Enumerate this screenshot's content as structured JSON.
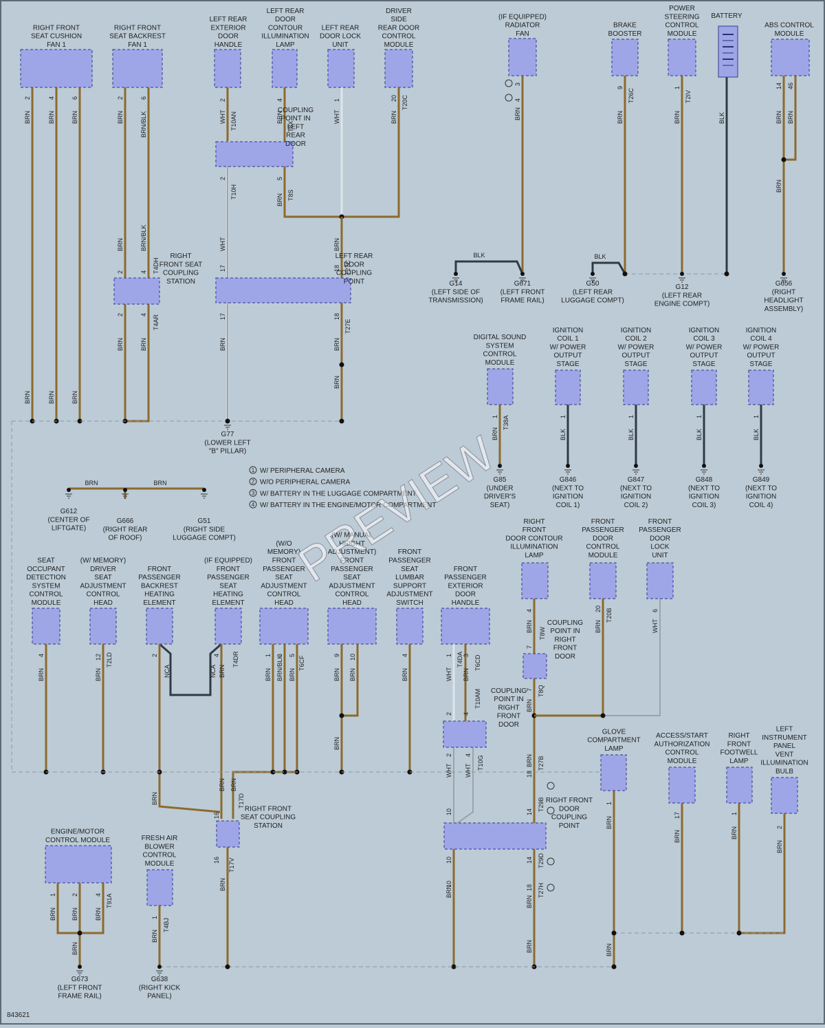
{
  "diagram_id": "843621",
  "watermark": "PREVIEW",
  "notes": [
    {
      "n": "1",
      "text": "W/ PERIPHERAL CAMERA"
    },
    {
      "n": "2",
      "text": "W/O PERIPHERAL CAMERA"
    },
    {
      "n": "3",
      "text": "W/ BATTERY IN THE LUGGAGE COMPARTMENT"
    },
    {
      "n": "4",
      "text": "W/ BATTERY IN THE ENGINE/MOTOR COMPARTMENT"
    }
  ],
  "components": {
    "rf_cushion_fan": [
      "RIGHT FRONT",
      "SEAT CUSHION",
      "FAN 1"
    ],
    "rf_backrest_fan": [
      "RIGHT FRONT",
      "SEAT BACKREST",
      "FAN 1"
    ],
    "lr_ext_handle": [
      "LEFT REAR",
      "EXTERIOR",
      "DOOR",
      "HANDLE"
    ],
    "lr_contour_lamp": [
      "LEFT REAR",
      "DOOR",
      "CONTOUR",
      "ILLUMINATION",
      "LAMP"
    ],
    "lr_lock_unit": [
      "LEFT REAR",
      "DOOR LOCK",
      "UNIT"
    ],
    "ds_rear_door_module": [
      "DRIVER",
      "SIDE",
      "REAR DOOR",
      "CONTROL",
      "MODULE"
    ],
    "radiator_fan": [
      "(IF EQUIPPED)",
      "RADIATOR",
      "FAN"
    ],
    "brake_booster": [
      "BRAKE",
      "BOOSTER"
    ],
    "ps_module": [
      "POWER",
      "STEERING",
      "CONTROL",
      "MODULE"
    ],
    "battery": [
      "BATTERY"
    ],
    "abs_module": [
      "ABS CONTROL",
      "MODULE"
    ],
    "cp_left_rear_door": [
      "COUPLING",
      "POINT IN",
      "LEFT",
      "REAR",
      "DOOR"
    ],
    "rf_seat_coupling_station_top": [
      "RIGHT",
      "FRONT SEAT",
      "COUPLING",
      "STATION"
    ],
    "lr_door_coupling": [
      "LEFT REAR",
      "DOOR",
      "COUPLING",
      "POINT"
    ],
    "digital_sound": [
      "DIGITAL SOUND",
      "SYSTEM",
      "CONTROL",
      "MODULE"
    ],
    "coil1": [
      "IGNITION",
      "COIL 1",
      "W/ POWER",
      "OUTPUT",
      "STAGE"
    ],
    "coil2": [
      "IGNITION",
      "COIL 2",
      "W/ POWER",
      "OUTPUT",
      "STAGE"
    ],
    "coil3": [
      "IGNITION",
      "COIL 3",
      "W/ POWER",
      "OUTPUT",
      "STAGE"
    ],
    "coil4": [
      "IGNITION",
      "COIL 4",
      "W/ POWER",
      "OUTPUT",
      "STAGE"
    ],
    "rf_door_contour_lamp": [
      "RIGHT",
      "FRONT",
      "DOOR CONTOUR",
      "ILLUMINATION",
      "LAMP"
    ],
    "fp_door_module": [
      "FRONT",
      "PASSENGER",
      "DOOR",
      "CONTROL",
      "MODULE"
    ],
    "fp_door_lock": [
      "FRONT",
      "PASSENGER",
      "DOOR",
      "LOCK",
      "UNIT"
    ],
    "seat_occupant": [
      "SEAT",
      "OCCUPANT",
      "DETECTION",
      "SYSTEM",
      "CONTROL",
      "MODULE"
    ],
    "driver_seat_adj": [
      "(W/ MEMORY)",
      "DRIVER",
      "SEAT",
      "ADJUSTMENT",
      "CONTROL",
      "HEAD"
    ],
    "fp_backrest_heat": [
      "FRONT",
      "PASSENGER",
      "BACKREST",
      "HEATING",
      "ELEMENT"
    ],
    "fp_seat_heat": [
      "(IF EQUIPPED)",
      "FRONT",
      "PASSENGER",
      "SEAT",
      "HEATING",
      "ELEMENT"
    ],
    "fp_seat_adj_womem": [
      "(W/O",
      "MEMORY)",
      "FRONT",
      "PASSENGER",
      "SEAT",
      "ADJUSTMENT",
      "CONTROL",
      "HEAD"
    ],
    "fp_seat_adj_manual": [
      "(W/ MANUAL",
      "HEIGHT",
      "ADJUSTMENT)",
      "FRONT",
      "PASSENGER",
      "SEAT",
      "ADJUSTMENT",
      "CONTROL",
      "HEAD"
    ],
    "fp_lumbar_switch": [
      "FRONT",
      "PASSENGER",
      "SEAT",
      "LUMBAR",
      "SUPPORT",
      "ADJUSTMENT",
      "SWITCH"
    ],
    "fp_ext_handle": [
      "FRONT",
      "PASSENGER",
      "EXTERIOR",
      "DOOR",
      "HANDLE"
    ],
    "cp_right_front_door_a": [
      "COUPLING",
      "POINT IN",
      "RIGHT",
      "FRONT",
      "DOOR"
    ],
    "cp_right_front_door_b": [
      "COUPLING",
      "POINT IN",
      "RIGHT",
      "FRONT",
      "DOOR"
    ],
    "glove_lamp": [
      "GLOVE",
      "COMPARTMENT",
      "LAMP"
    ],
    "access_start": [
      "ACCESS/START",
      "AUTHORIZATION",
      "CONTROL",
      "MODULE"
    ],
    "rf_footwell_lamp": [
      "RIGHT",
      "FRONT",
      "FOOTWELL",
      "LAMP"
    ],
    "lip_vent_bulb": [
      "LEFT",
      "INSTRUMENT",
      "PANEL",
      "VENT",
      "ILLUMINATION",
      "BULB"
    ],
    "ecm": [
      "ENGINE/MOTOR",
      "CONTROL MODULE"
    ],
    "fresh_air": [
      "FRESH AIR",
      "BLOWER",
      "CONTROL",
      "MODULE"
    ],
    "rf_seat_coupling_station_bot": [
      "RIGHT FRONT",
      "SEAT COUPLING",
      "STATION"
    ],
    "rf_door_coupling_point": [
      "RIGHT FRONT",
      "DOOR",
      "COUPLING",
      "POINT"
    ]
  },
  "grounds": {
    "g14": [
      "G14",
      "(LEFT SIDE OF",
      "TRANSMISSION)"
    ],
    "g671": [
      "G671",
      "(LEFT FRONT",
      "FRAME RAIL)"
    ],
    "g50": [
      "G50",
      "(LEFT REAR",
      "LUGGAGE COMPT)"
    ],
    "g12": [
      "G12",
      "(LEFT REAR",
      "ENGINE COMPT)"
    ],
    "g656": [
      "G656",
      "(RIGHT",
      "HEADLIGHT",
      "ASSEMBLY)"
    ],
    "g77": [
      "G77",
      "(LOWER LEFT",
      "\"B\" PILLAR)"
    ],
    "g85": [
      "G85",
      "(UNDER",
      "DRIVER'S",
      "SEAT)"
    ],
    "g846": [
      "G846",
      "(NEXT TO",
      "IGNITION",
      "COIL 1)"
    ],
    "g847": [
      "G847",
      "(NEXT TO",
      "IGNITION",
      "COIL 2)"
    ],
    "g848": [
      "G848",
      "(NEXT TO",
      "IGNITION",
      "COIL 3)"
    ],
    "g849": [
      "G849",
      "(NEXT TO",
      "IGNITION",
      "COIL 4)"
    ],
    "g612": [
      "G612",
      "(CENTER OF",
      "LIFTGATE)"
    ],
    "g666": [
      "G666",
      "(RIGHT REAR",
      "OF ROOF)"
    ],
    "g51": [
      "G51",
      "(RIGHT SIDE",
      "LUGGAGE COMPT)"
    ],
    "g673": [
      "G673",
      "(LEFT FRONT",
      "FRAME RAIL)"
    ],
    "g638": [
      "G638",
      "(RIGHT KICK",
      "PANEL)"
    ]
  },
  "wire_labels": {
    "brn": "BRN",
    "blk": "BLK",
    "wht": "WHT",
    "nca": "NCA",
    "brnblk": "BRN/BLK"
  },
  "pin_labels": {
    "p1": "1",
    "p2": "2",
    "p3": "3",
    "p4": "4",
    "p5": "5",
    "p6": "6",
    "p7": "7",
    "p9": "9",
    "p10": "10",
    "p12": "12",
    "p14": "14",
    "p16": "16",
    "p17": "17",
    "p18": "18",
    "p20": "20",
    "p46": "46"
  },
  "connector_labels": {
    "T10AN": "T10AN",
    "T8X": "T8X",
    "T20C": "T20C",
    "T26C": "T26C",
    "T2IV": "T2IV",
    "T10H": "T10H",
    "T8S": "T8S",
    "T4DH": "T4DH",
    "T27C": "T27C",
    "T4AR": "T4AR",
    "T27E": "T27E",
    "T38A": "T38A",
    "T8W": "T8W",
    "T20B": "T20B",
    "T8Q": "T8Q",
    "T2LD": "T2LD",
    "T4DR": "T4DR",
    "T6CF": "T6CF",
    "T4DA": "T4DA",
    "T6CD": "T6CD",
    "T10AM": "T10AM",
    "T10G": "T10G",
    "T27B": "T27B",
    "T17D": "T17D",
    "T29B": "T29B",
    "T17V": "T17V",
    "T29D": "T29D",
    "T27H": "T27H",
    "T91A": "T91A",
    "T4BJ": "T4BJ"
  }
}
